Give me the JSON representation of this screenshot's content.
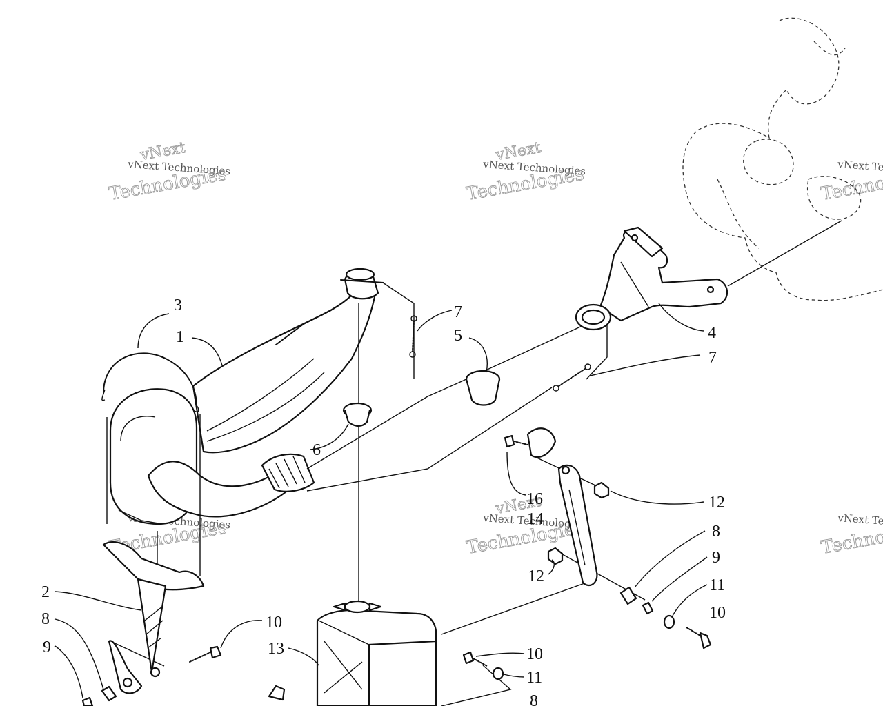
{
  "watermark": {
    "line1": "vNext",
    "line2": "vNext Technologies",
    "line3": "Technologies"
  },
  "callouts": {
    "c1": "1",
    "c2": "2",
    "c3": "3",
    "c4": "4",
    "c5": "5",
    "c6": "6",
    "c7a": "7",
    "c7b": "7",
    "c8a": "8",
    "c8b": "8",
    "c8c": "8",
    "c9a": "9",
    "c9b": "9",
    "c10a": "10",
    "c10b": "10",
    "c10c": "10",
    "c11a": "11",
    "c11b": "11",
    "c12a": "12",
    "c12b": "12",
    "c13": "13",
    "c14": "14",
    "c16": "16"
  }
}
